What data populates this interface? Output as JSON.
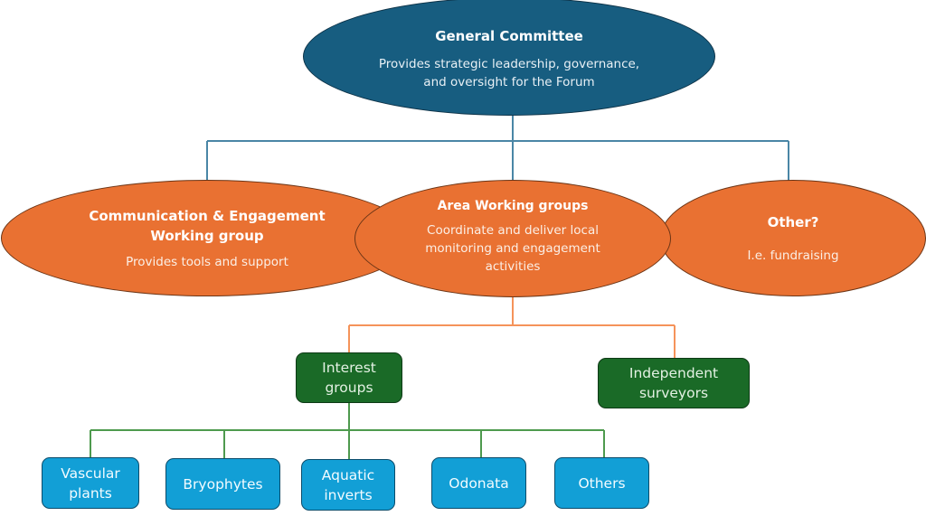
{
  "diagram": {
    "type": "org-chart",
    "colors": {
      "committee": "#175d80",
      "working_groups": "#e97132",
      "groups": "#1a6a27",
      "taxa": "#129fd6",
      "connector_top": "#4a86a6",
      "connector_mid": "#f5935a",
      "connector_bottom": "#4e9a4e"
    },
    "committee": {
      "title": "General Committee",
      "desc_line1": "Provides strategic leadership, governance,",
      "desc_line2": "and oversight for the Forum"
    },
    "working_groups": [
      {
        "title_line1": "Communication & Engagement",
        "title_line2": "Working group",
        "desc": "Provides tools and support"
      },
      {
        "title": "Area Working groups",
        "desc_line1": "Coordinate and deliver local",
        "desc_line2": "monitoring and engagement",
        "desc_line3": "activities"
      },
      {
        "title": "Other?",
        "desc": "I.e. fundraising"
      }
    ],
    "area_children": [
      {
        "line1": "Interest",
        "line2": "groups"
      },
      {
        "line1": "Independent",
        "line2": "surveyors"
      }
    ],
    "interest_children": [
      {
        "line1": "Vascular",
        "line2": "plants"
      },
      {
        "line1": "Bryophytes",
        "line2": ""
      },
      {
        "line1": "Aquatic",
        "line2": "inverts"
      },
      {
        "line1": "Odonata",
        "line2": ""
      },
      {
        "line1": "Others",
        "line2": ""
      }
    ]
  }
}
